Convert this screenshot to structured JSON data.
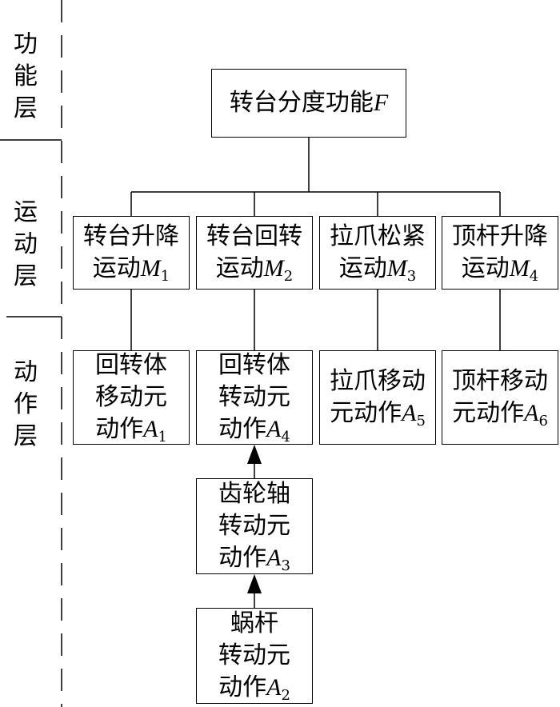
{
  "layers": [
    {
      "name": "功能层",
      "chars": [
        "功",
        "能",
        "层"
      ]
    },
    {
      "name": "运动层",
      "chars": [
        "运",
        "动",
        "层"
      ]
    },
    {
      "name": "动作层",
      "chars": [
        "动",
        "作",
        "层"
      ]
    }
  ],
  "function": {
    "text": "转台分度功能",
    "sym": "F"
  },
  "motions": [
    {
      "line1": "转台升降",
      "line2": "运动",
      "sym": "M",
      "sub": "1"
    },
    {
      "line1": "转台回转",
      "line2": "运动",
      "sym": "M",
      "sub": "2"
    },
    {
      "line1": "拉爪松紧",
      "line2": "运动",
      "sym": "M",
      "sub": "3"
    },
    {
      "line1": "顶杆升降",
      "line2": "运动",
      "sym": "M",
      "sub": "4"
    }
  ],
  "actions": [
    {
      "lines": [
        "回转体",
        "移动元"
      ],
      "last": "动作",
      "sym": "A",
      "sub": "1"
    },
    {
      "lines": [
        "回转体",
        "转动元"
      ],
      "last": "动作",
      "sym": "A",
      "sub": "4"
    },
    {
      "lines": [
        "拉爪移动"
      ],
      "last": "元动作",
      "sym": "A",
      "sub": "5"
    },
    {
      "lines": [
        "顶杆移动"
      ],
      "last": "元动作",
      "sym": "A",
      "sub": "6"
    },
    {
      "lines": [
        "齿轮轴",
        "转动元"
      ],
      "last": "动作",
      "sym": "A",
      "sub": "3"
    },
    {
      "lines": [
        "蜗杆",
        "转动元"
      ],
      "last": "动作",
      "sym": "A",
      "sub": "2"
    }
  ]
}
